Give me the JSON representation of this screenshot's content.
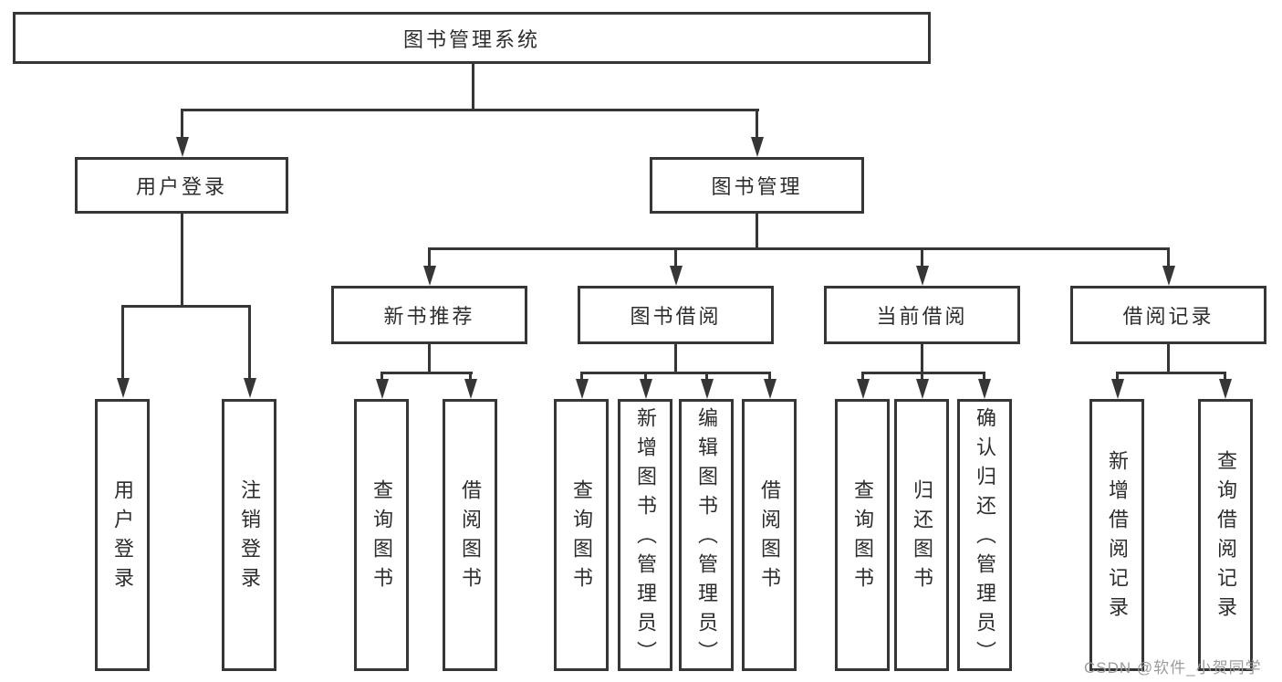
{
  "diagram": {
    "root": {
      "label": "图书管理系统",
      "children": [
        {
          "label": "用户登录",
          "children": [
            {
              "label": "用户登录"
            },
            {
              "label": "注销登录"
            }
          ]
        },
        {
          "label": "图书管理",
          "children": [
            {
              "label": "新书推荐",
              "children": [
                {
                  "label": "查询图书"
                },
                {
                  "label": "借阅图书"
                }
              ]
            },
            {
              "label": "图书借阅",
              "children": [
                {
                  "label": "查询图书"
                },
                {
                  "label": "新增图书（管理员）"
                },
                {
                  "label": "编辑图书（管理员）"
                },
                {
                  "label": "借阅图书"
                }
              ]
            },
            {
              "label": "当前借阅",
              "children": [
                {
                  "label": "查询图书"
                },
                {
                  "label": "归还图书"
                },
                {
                  "label": "确认归还（管理员）"
                }
              ]
            },
            {
              "label": "借阅记录",
              "children": [
                {
                  "label": "新增借阅记录"
                },
                {
                  "label": "查询借阅记录"
                }
              ]
            }
          ]
        }
      ]
    }
  },
  "watermark": {
    "text": "CSDN @软件_小贺同学"
  },
  "colors": {
    "line": "#363636",
    "text": "#2d2d2d",
    "watermark": "#9c9c9c",
    "background": "#ffffff"
  }
}
